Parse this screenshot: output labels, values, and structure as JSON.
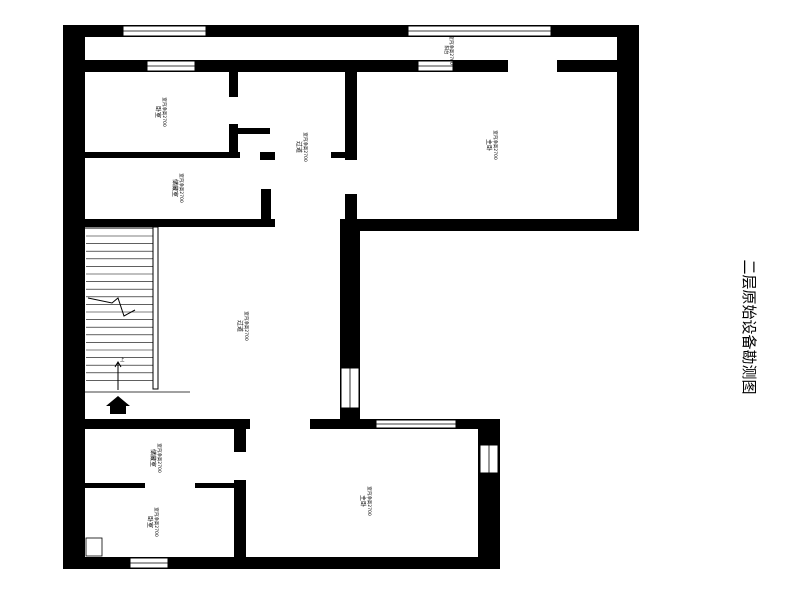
{
  "drawing": {
    "title": "二层原始设备勘测图"
  },
  "rooms": [
    {
      "id": "bedroom-top-left",
      "name": "卧室",
      "ceiling": "室内净高2700"
    },
    {
      "id": "storage-top",
      "name": "储藏室",
      "ceiling": "室内净高2700"
    },
    {
      "id": "hallway-upper",
      "name": "过道",
      "ceiling": "室内净高2700"
    },
    {
      "id": "bedroom-master",
      "name": "主卧",
      "ceiling": "室内净高2700"
    },
    {
      "id": "balcony-top",
      "name": "阳台",
      "ceiling": "室内净高2700"
    },
    {
      "id": "hallway-center",
      "name": "过道",
      "ceiling": "室内净高2700"
    },
    {
      "id": "storage-bottom",
      "name": "储藏室",
      "ceiling": "室内净高2700"
    },
    {
      "id": "bedroom-bottom-left",
      "name": "卧室",
      "ceiling": "室内净高2700"
    },
    {
      "id": "bedroom-bottom-right",
      "name": "主卧",
      "ceiling": "室内净高2700"
    }
  ],
  "stair": {
    "label": "上"
  }
}
